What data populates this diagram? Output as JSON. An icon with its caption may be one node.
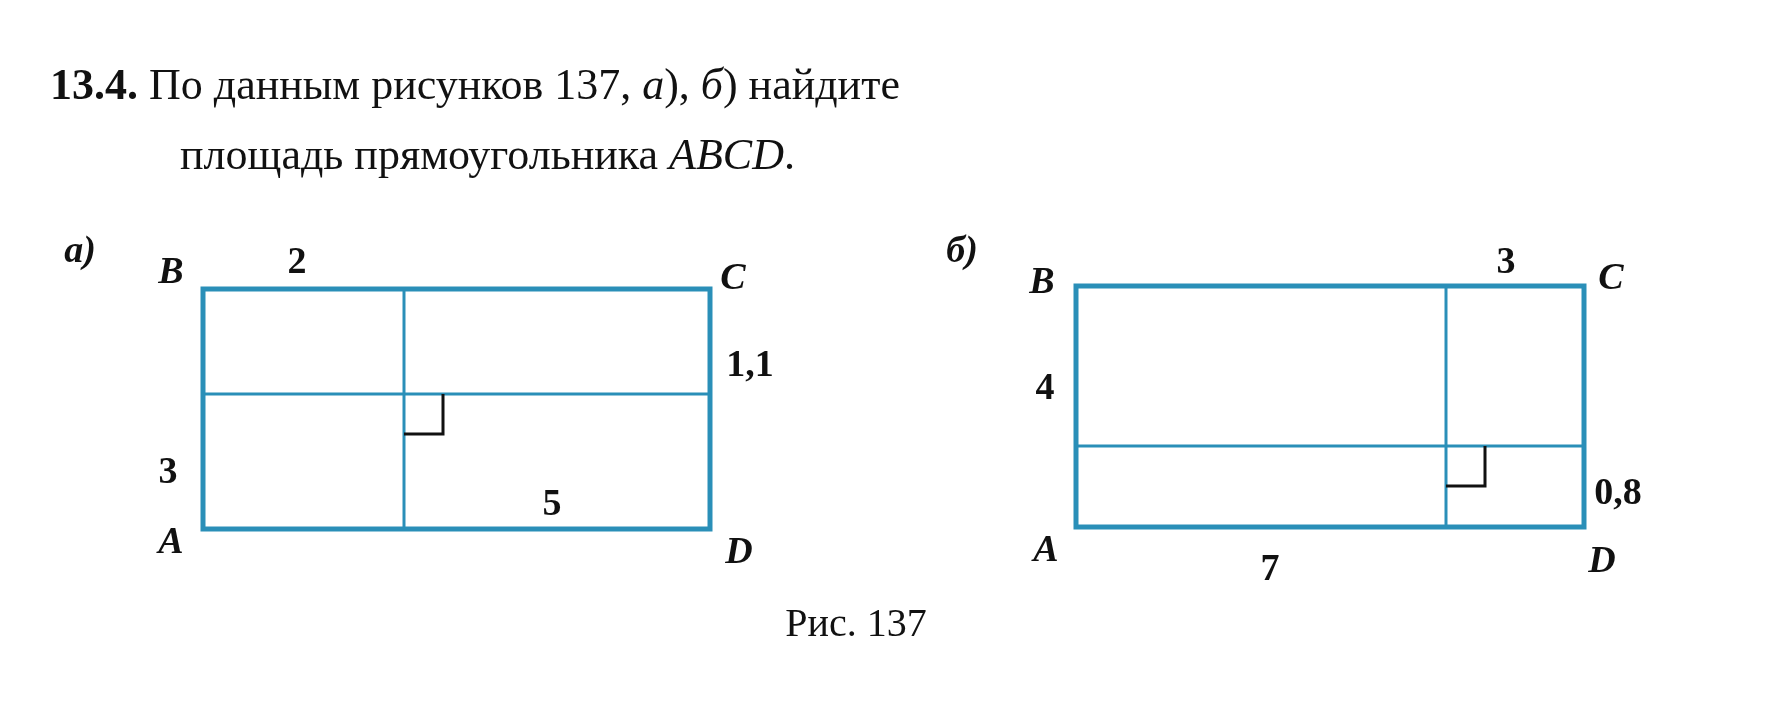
{
  "diagram": {
    "title": "**13.4.** По данным рисунков 137, *а*), *б*) найдите площадь прямоугольника *ABCD*.",
    "caption": "Рис. 137",
    "labels": [
      "а)",
      "B",
      "2",
      "C",
      "1,1",
      "3",
      "A",
      "5",
      "D",
      "б)",
      "B",
      "3",
      "C",
      "4",
      "0,8",
      "A",
      "7",
      "D"
    ]
  }
}
